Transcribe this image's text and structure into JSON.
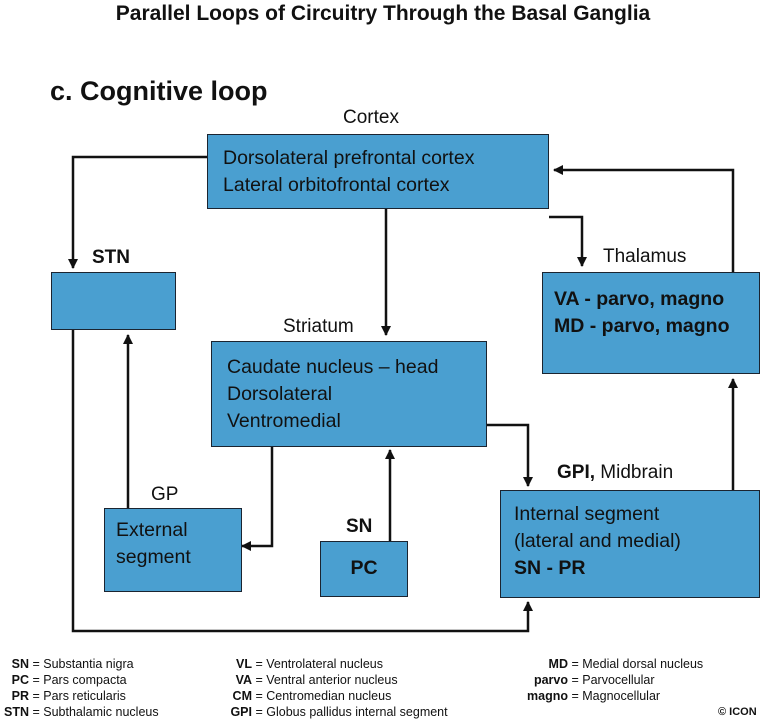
{
  "title": "Parallel Loops of Circuitry Through the Basal Ganglia",
  "subtitle": "c. Cognitive loop",
  "labels": {
    "cortex": "Cortex",
    "stn": "STN",
    "thalamus": "Thalamus",
    "striatum": "Striatum",
    "gp": "GP",
    "sn": "SN",
    "gpi_bold": "GPI,",
    "gpi_rest": " Midbrain"
  },
  "boxes": {
    "cortex": [
      "Dorsolateral prefrontal cortex",
      "Lateral orbitofrontal cortex"
    ],
    "thalamus": [
      "VA - parvo, magno",
      "MD - parvo, magno"
    ],
    "striatum": [
      "Caudate nucleus – head",
      "Dorsolateral",
      "Ventromedial"
    ],
    "gp": [
      "External",
      "segment"
    ],
    "sn": [
      "PC"
    ],
    "gpi": [
      "Internal segment",
      "(lateral and medial)",
      "SN - PR"
    ]
  },
  "legend": {
    "col1": [
      {
        "key": "SN",
        "value": "Substantia nigra"
      },
      {
        "key": "PC",
        "value": "Pars compacta"
      },
      {
        "key": "PR",
        "value": "Pars reticularis"
      },
      {
        "key": "STN",
        "value": "Subthalamic nucleus"
      }
    ],
    "col2": [
      {
        "key": "VL",
        "value": "Ventrolateral nucleus"
      },
      {
        "key": "VA",
        "value": "Ventral anterior nucleus"
      },
      {
        "key": "CM",
        "value": "Centromedian nucleus"
      },
      {
        "key": "GPI",
        "value": "Globus pallidus internal segment"
      }
    ],
    "col3": [
      {
        "key": "MD",
        "value": "Medial dorsal nucleus"
      },
      {
        "key": "parvo",
        "value": "Parvocellular"
      },
      {
        "key": "magno",
        "value": "Magnocellular"
      }
    ]
  },
  "copyright": "© ICON",
  "colors": {
    "box_fill": "#4a9fd0",
    "box_border": "#1b2430",
    "line": "#111111"
  }
}
